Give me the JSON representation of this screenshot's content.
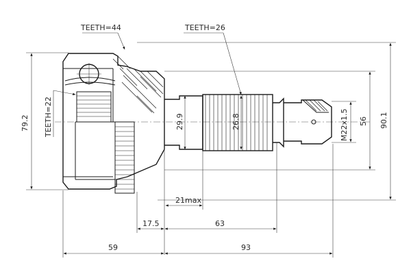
{
  "labels": {
    "teeth_outer": "TEETH=44",
    "teeth_shaft": "TEETH=26",
    "teeth_inner": "TEETH=22",
    "dia_body": "79.2",
    "dia_shoulder": "29.9",
    "dia_spline": "26.8",
    "thread": "M22x1.5",
    "dia_seal": "56",
    "dia_overall": "90.1",
    "len_max": "21max",
    "len_offset": "17.5",
    "len_shaft": "63",
    "len_body": "59",
    "len_total": "93"
  },
  "colors": {
    "line": "#1a1a1a",
    "text": "#2a2a2a",
    "background": "#ffffff"
  }
}
